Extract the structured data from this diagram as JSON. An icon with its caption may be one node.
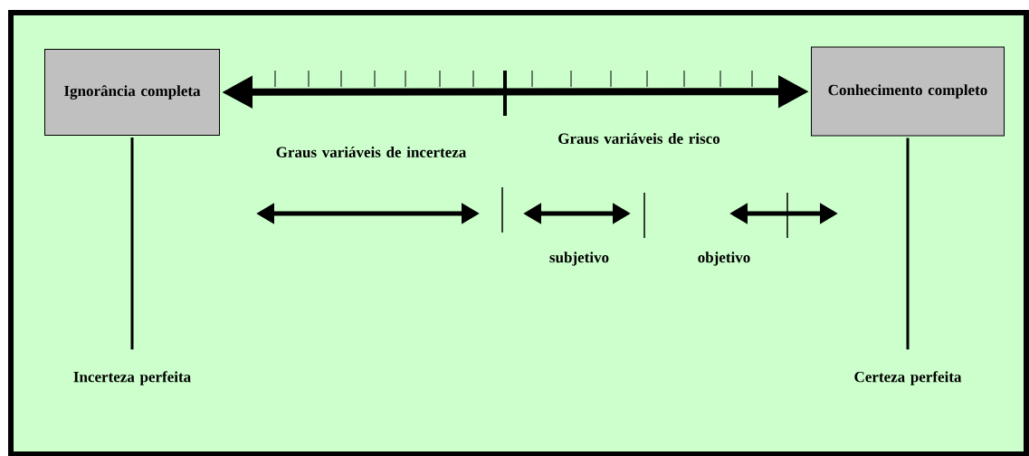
{
  "diagram": {
    "nodes": [
      {
        "text": [
          "Ignorância completa"
        ]
      },
      {
        "text": [
          "Conhecimento completo"
        ]
      },
      {
        "text": [
          "Incerteza perfeita"
        ]
      },
      {
        "text": [
          "Certeza perfeita"
        ]
      }
    ],
    "edges": [
      {
        "from": 0,
        "to": 1,
        "arrow": "both",
        "style": "thick"
      },
      {
        "from": 0,
        "to": 2,
        "arrow": "none"
      },
      {
        "from": 1,
        "to": 3,
        "arrow": "none"
      }
    ],
    "labels": [
      "Graus variáveis de incerteza",
      "Graus variáveis de risco",
      "subjetivo",
      "objetivo"
    ]
  }
}
